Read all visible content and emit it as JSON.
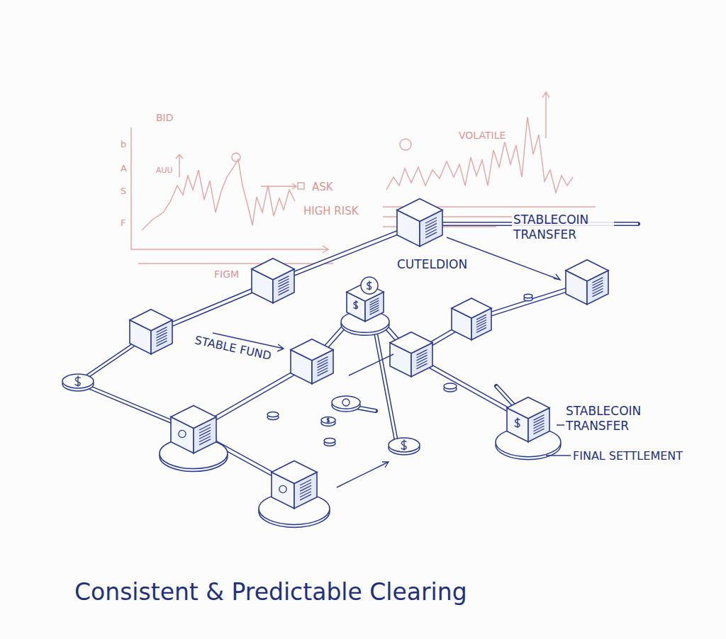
{
  "diagram": {
    "title": "Consistent & Predictable Clearing",
    "labels": [
      "BID",
      "b",
      "A",
      "S",
      "F",
      "AUU",
      "ASK",
      "HIGH RISK",
      "FIGM",
      "VOLATILE",
      "CUTELDION",
      "STABLECOIN TRANSFER",
      "STABLE FUND",
      "STABLECOIN TRANSFER",
      "FINAL SETTLEMENT"
    ]
  }
}
